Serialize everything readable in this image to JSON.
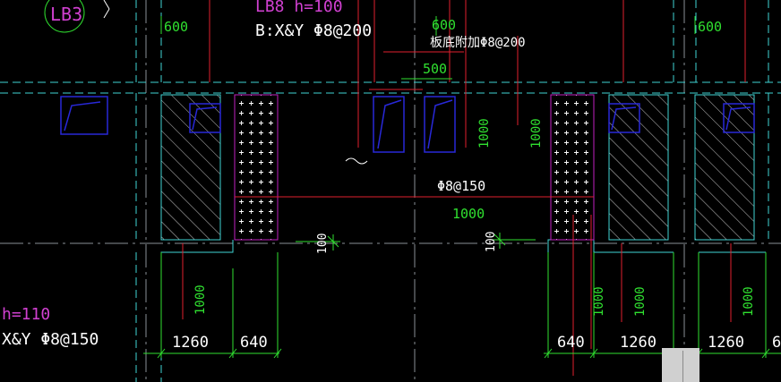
{
  "colors": {
    "background": "#000000",
    "axis": "#9aa0a6",
    "wall": "#3fd4d4",
    "rebar_red": "#e0202e",
    "dim_green": "#30e030",
    "note_magenta": "#d040d0",
    "text_white": "#ffffff",
    "column_blue": "#2020d0",
    "zone_magenta": "#c020c0",
    "tab_bg": "#d0d0d0"
  },
  "labels": {
    "lb3": "LB3",
    "lb8_header": "LB8 h=100",
    "lb8_rebar": "B:X&Y Φ8@200",
    "board_note": "板底附加Φ8@200",
    "slab_h": "h=110",
    "slab_rebar": "X&Y Φ8@150",
    "mid_rebar": "Φ8@150"
  },
  "dimensions": {
    "top_600_left": "600",
    "top_600_mid": "600",
    "top_600_right": "600",
    "d500": "500",
    "v1000_a": "1000",
    "v1000_b": "1000",
    "h1000": "1000",
    "d100_a": "100",
    "d100_b": "100",
    "v1000_c": "1000",
    "v1000_d": "1000",
    "v1000_e": "1000",
    "v1000_f": "1000",
    "b1260_a": "1260",
    "b640_a": "640",
    "b640_b": "640",
    "b1260_b": "1260",
    "b1260_c": "1260",
    "b6_partial": "6"
  }
}
